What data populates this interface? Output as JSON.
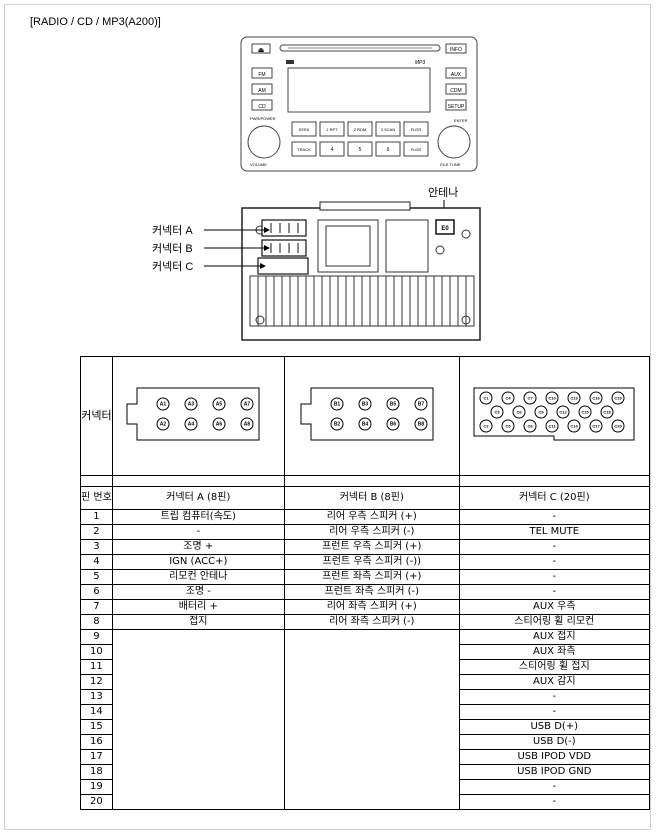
{
  "title": "[RADIO / CD / MP3(A200)]",
  "front_panel": {
    "buttons": {
      "eject": "⏏",
      "info": "INFO",
      "fm": "FM",
      "am": "AM",
      "cd": "CD",
      "aux": "AUX",
      "cdm": "CDM",
      "setup": "SETUP",
      "seek": "SEEK",
      "rpt": "1 RPT",
      "rdm": "2 RDM",
      "scan": "3 SCAN",
      "fldr_up": "FLDR",
      "track": "TRACK",
      "p4": "4",
      "p5": "5",
      "p6": "6",
      "fldr_down": "FLDR"
    },
    "labels": {
      "pwr": "PWR/POWER",
      "volume": "VOLUME",
      "enter": "ENTER",
      "file_tune": "FILE  TUNE",
      "mp3": "MP3"
    }
  },
  "rear_panel": {
    "antenna_label": "안테나",
    "antenna_port": "E0",
    "callouts": [
      "커넥터 A",
      "커넥터 B",
      "커넥터 C"
    ]
  },
  "connectors": {
    "a_pins": [
      "A1",
      "A3",
      "A5",
      "A7",
      "A2",
      "A4",
      "A6",
      "A8"
    ],
    "b_pins": [
      "B1",
      "B3",
      "B5",
      "B7",
      "B2",
      "B4",
      "B6",
      "B8"
    ],
    "c_pins_row1": [
      "C1",
      "C4",
      "C7",
      "C10",
      "C13",
      "C16",
      "C19"
    ],
    "c_pins_row2": [
      "C3",
      "C6",
      "C9",
      "C12",
      "C15",
      "C18"
    ],
    "c_pins_row3": [
      "C2",
      "C5",
      "C8",
      "C11",
      "C14",
      "C17",
      "C20"
    ]
  },
  "table": {
    "row_label": "커넥터",
    "header": [
      "핀 번호",
      "커넥터 A (8핀)",
      "커넥터 B (8핀)",
      "커넥터 C (20핀)"
    ],
    "rows": [
      [
        "1",
        "트립 컴퓨터(속도)",
        "리어 우측 스피커 (+)",
        "-"
      ],
      [
        "2",
        "-",
        "리어 우측 스피커 (-)",
        "TEL MUTE"
      ],
      [
        "3",
        "조명 +",
        "프런트 우측 스피커 (+)",
        "-"
      ],
      [
        "4",
        "IGN (ACC+)",
        "프런트 우측 스피커 (-))",
        "-"
      ],
      [
        "5",
        "리모컨 안테나",
        "프런트 좌측 스피커 (+)",
        "-"
      ],
      [
        "6",
        "조명 -",
        "프런트 좌측 스피커 (-)",
        "-"
      ],
      [
        "7",
        "배터리 +",
        "리어 좌측 스피커 (+)",
        "AUX 우측"
      ],
      [
        "8",
        "접지",
        "리어 좌측 스피커 (-)",
        "스티어링 휠 리모컨"
      ],
      [
        "9",
        "",
        "",
        "AUX 접지"
      ],
      [
        "10",
        "",
        "",
        "AUX 좌측"
      ],
      [
        "11",
        "",
        "",
        "스티어링 휠 접지"
      ],
      [
        "12",
        "",
        "",
        "AUX 감지"
      ],
      [
        "13",
        "",
        "",
        "-"
      ],
      [
        "14",
        "",
        "",
        "-"
      ],
      [
        "15",
        "",
        "",
        "USB D(+)"
      ],
      [
        "16",
        "",
        "",
        "USB D(-)"
      ],
      [
        "17",
        "",
        "",
        "USB IPOD VDD"
      ],
      [
        "18",
        "",
        "",
        "USB IPOD GND"
      ],
      [
        "19",
        "",
        "",
        "-"
      ],
      [
        "20",
        "",
        "",
        "-"
      ]
    ]
  }
}
